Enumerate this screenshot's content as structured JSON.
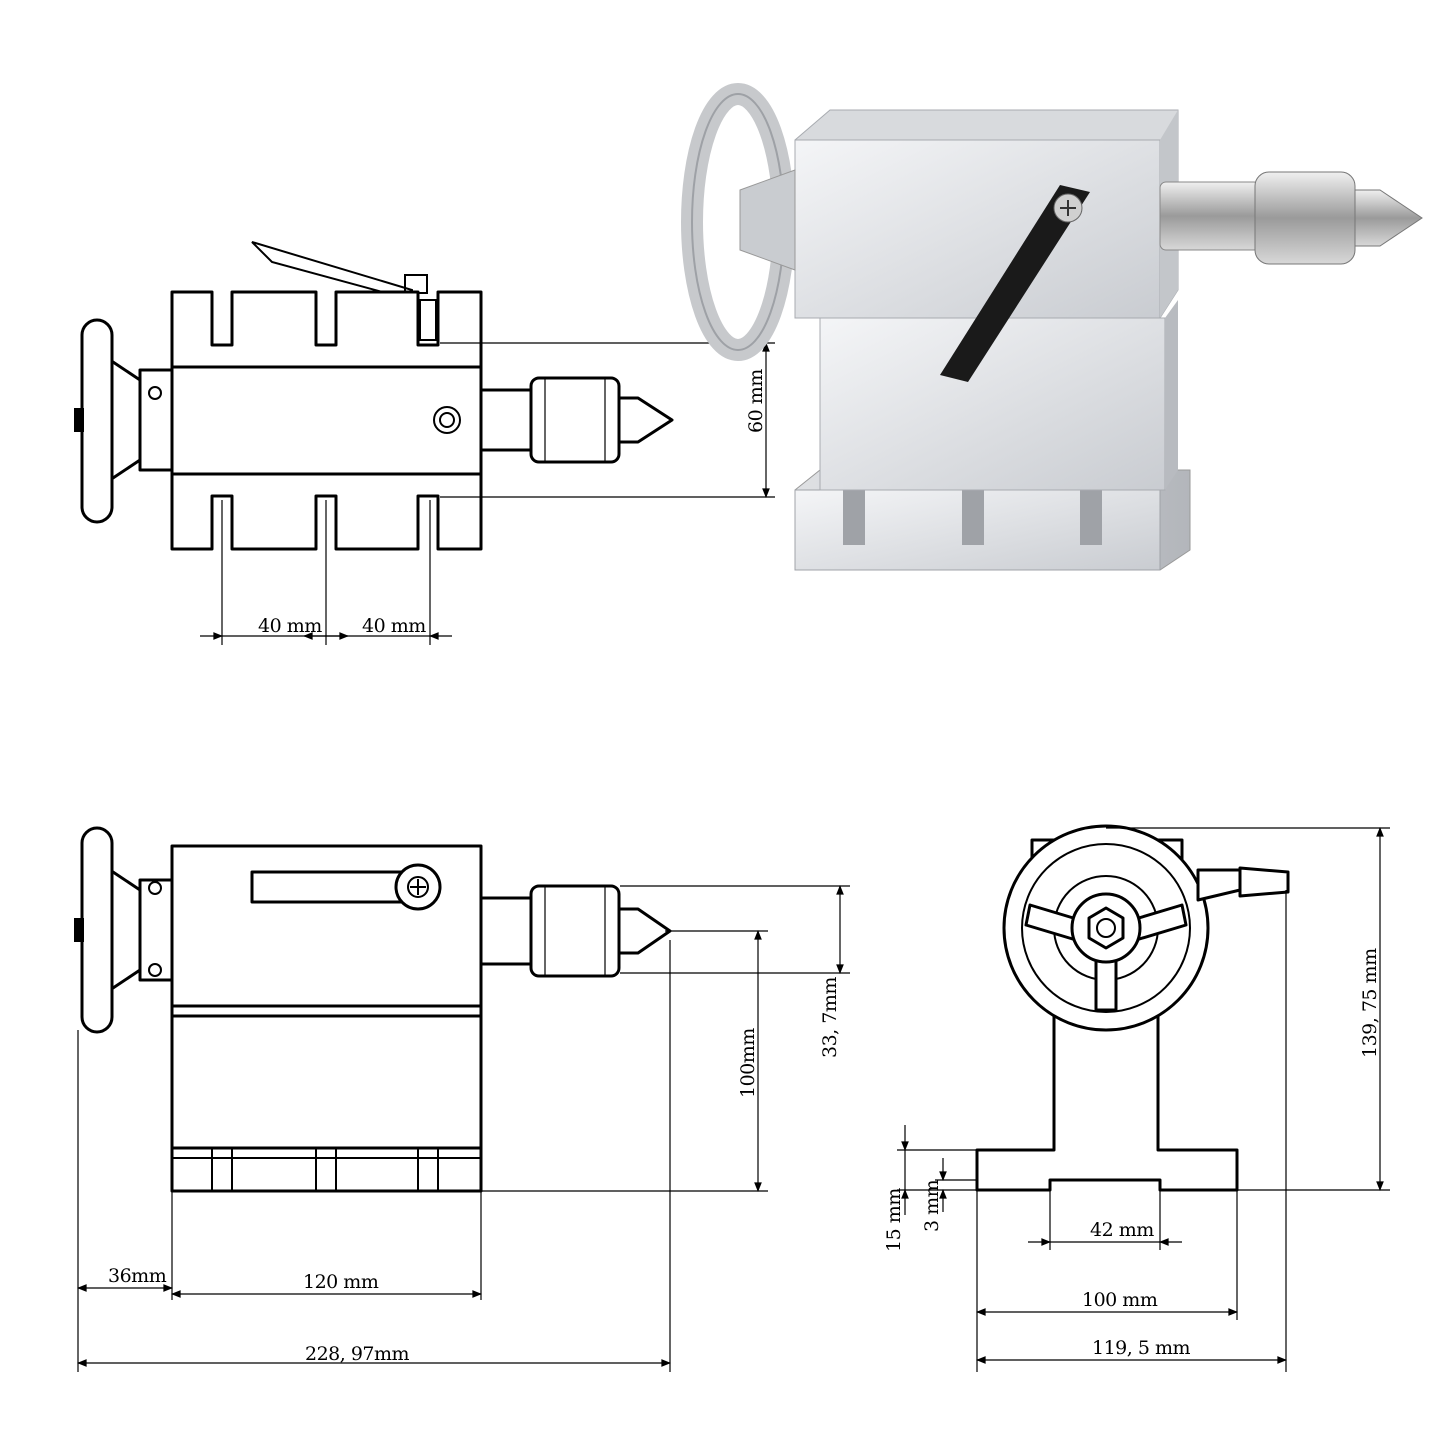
{
  "dimensions": {
    "top_view": {
      "slot_pitch_1": "40 mm",
      "slot_pitch_2": "40 mm",
      "slot_span": "60 mm"
    },
    "side_view": {
      "handwheel_offset": "36mm",
      "body_length": "120 mm",
      "overall_length": "228, 97mm",
      "center_height": "100mm",
      "chuck_diameter": "33, 7mm"
    },
    "end_view": {
      "overall_height": "139, 75 mm",
      "base_thickness": "15 mm",
      "recess_depth": "3 mm",
      "recess_width": "42 mm",
      "base_width": "100 mm",
      "overall_width": "119, 5 mm"
    }
  },
  "colors": {
    "line": "#000000",
    "background": "#ffffff",
    "aluminum_light": "#eef0f3",
    "aluminum_dark": "#b9bcc2",
    "handle": "#1a1a1a"
  }
}
